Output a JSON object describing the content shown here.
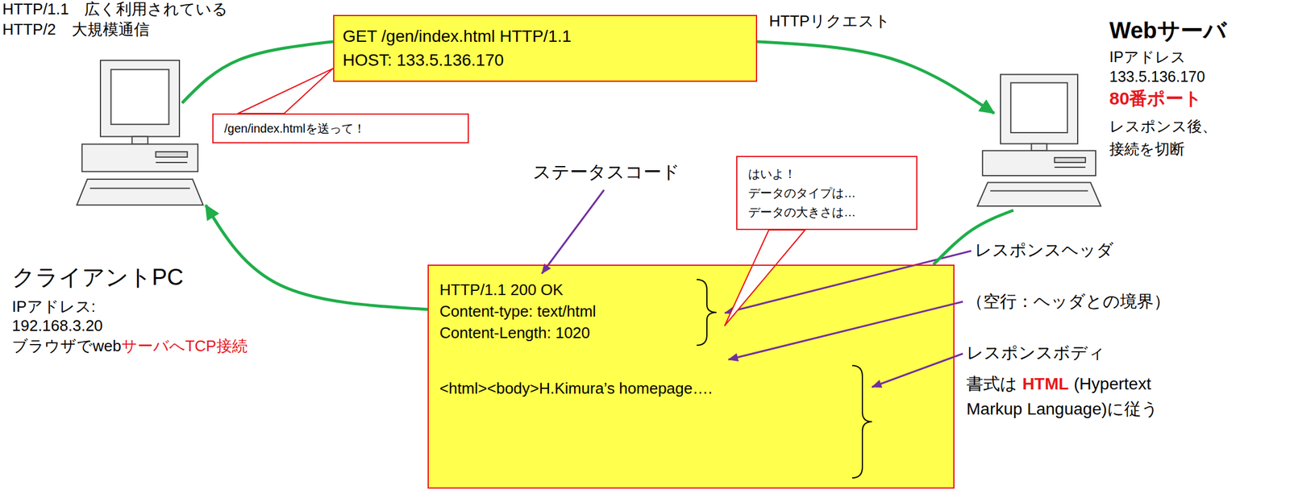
{
  "diagram": {
    "nodes": [
      {
        "text": [
          "クライアントPC",
          "IPアドレス:",
          "192.168.3.20",
          "ブラウザでweb",
          "サーバへTCP接続"
        ]
      },
      {
        "text": [
          "GET /gen/index.html HTTP/1.1",
          "HOST: 133.5.136.170"
        ]
      },
      {
        "text": [
          "Webサーバ",
          "IPアドレス",
          "133.5.136.170",
          "80番ポート",
          "レスポンス後、 接続を切断"
        ]
      },
      {
        "text": [
          "HTTP/1.1 200 OK",
          "Content-type: text/html",
          "Content-Length: 1020",
          "<html><body>H.Kimura’s homepage…."
        ]
      },
      {
        "text": [
          "/gen/index.htmlを送って！"
        ]
      },
      {
        "text": [
          "はいよ！ データのタイプは… データの大きさは…"
        ]
      }
    ],
    "edges": [
      {
        "from": 0,
        "to": 1,
        "arrow": "none"
      },
      {
        "from": 1,
        "to": 2,
        "arrow": "to"
      },
      {
        "from": 2,
        "to": 3,
        "arrow": "none"
      },
      {
        "from": 3,
        "to": 0,
        "arrow": "to"
      },
      {
        "from": 4,
        "to": 1,
        "arrow": "none"
      },
      {
        "from": 5,
        "to": 3,
        "arrow": "none"
      }
    ],
    "labels": [
      "HTTP/1.1　広く利用されている",
      "HTTP/2　大規模通信",
      "HTTPリクエスト",
      "ステータスコード",
      "レスポンスヘッダ",
      "（空行：ヘッダとの境界）",
      "レスポンスボディ",
      "書式は",
      "HTML",
      "(Hypertext Markup Language)に従う"
    ]
  }
}
